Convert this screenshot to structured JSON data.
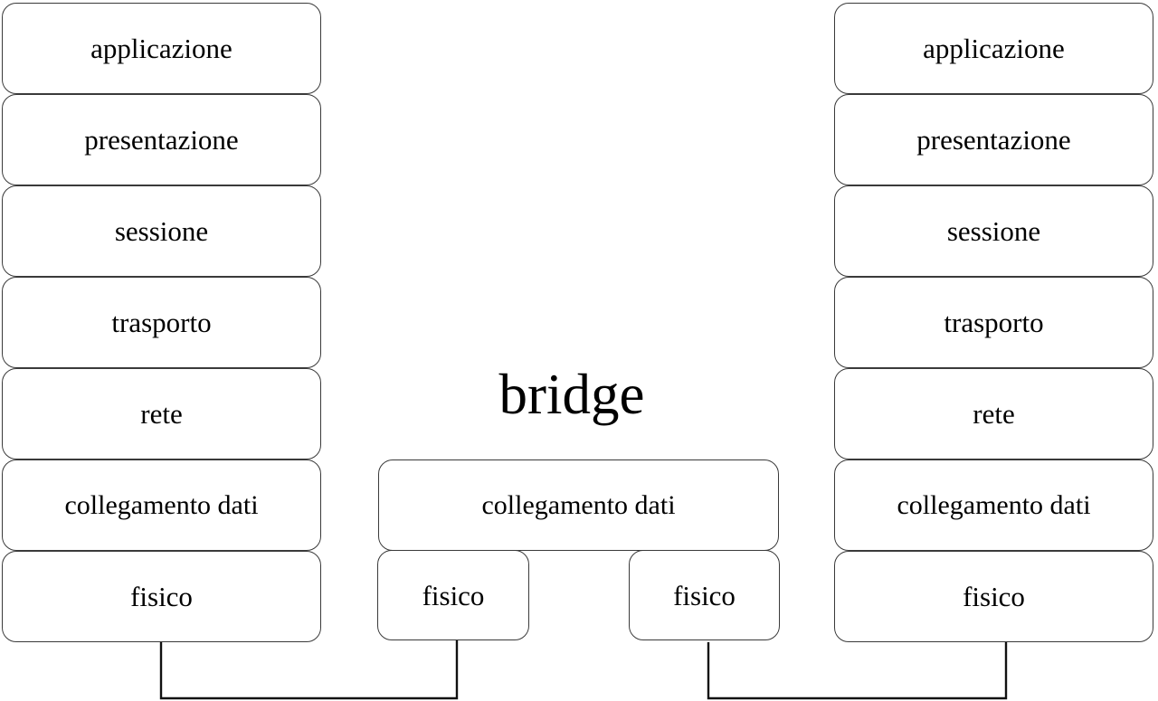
{
  "diagram": {
    "title_label": "bridge",
    "left_stack": {
      "name": "host-left",
      "layers": [
        {
          "label": "applicazione"
        },
        {
          "label": "presentazione"
        },
        {
          "label": "sessione"
        },
        {
          "label": "trasporto"
        },
        {
          "label": "rete"
        },
        {
          "label": "collegamento dati"
        },
        {
          "label": "fisico"
        }
      ]
    },
    "right_stack": {
      "name": "host-right",
      "layers": [
        {
          "label": "applicazione"
        },
        {
          "label": "presentazione"
        },
        {
          "label": "sessione"
        },
        {
          "label": "trasporto"
        },
        {
          "label": "rete"
        },
        {
          "label": "collegamento dati"
        },
        {
          "label": "fisico"
        }
      ]
    },
    "bridge_stack": {
      "name": "bridge",
      "data_link": {
        "label": "collegamento dati"
      },
      "physical_left": {
        "label": "fisico"
      },
      "physical_right": {
        "label": "fisico"
      }
    },
    "colors": {
      "box_border": "#3a3a3a",
      "box_fill": "#ffffff",
      "text": "#000000",
      "wire": "#111111",
      "background": "#ffffff"
    }
  }
}
